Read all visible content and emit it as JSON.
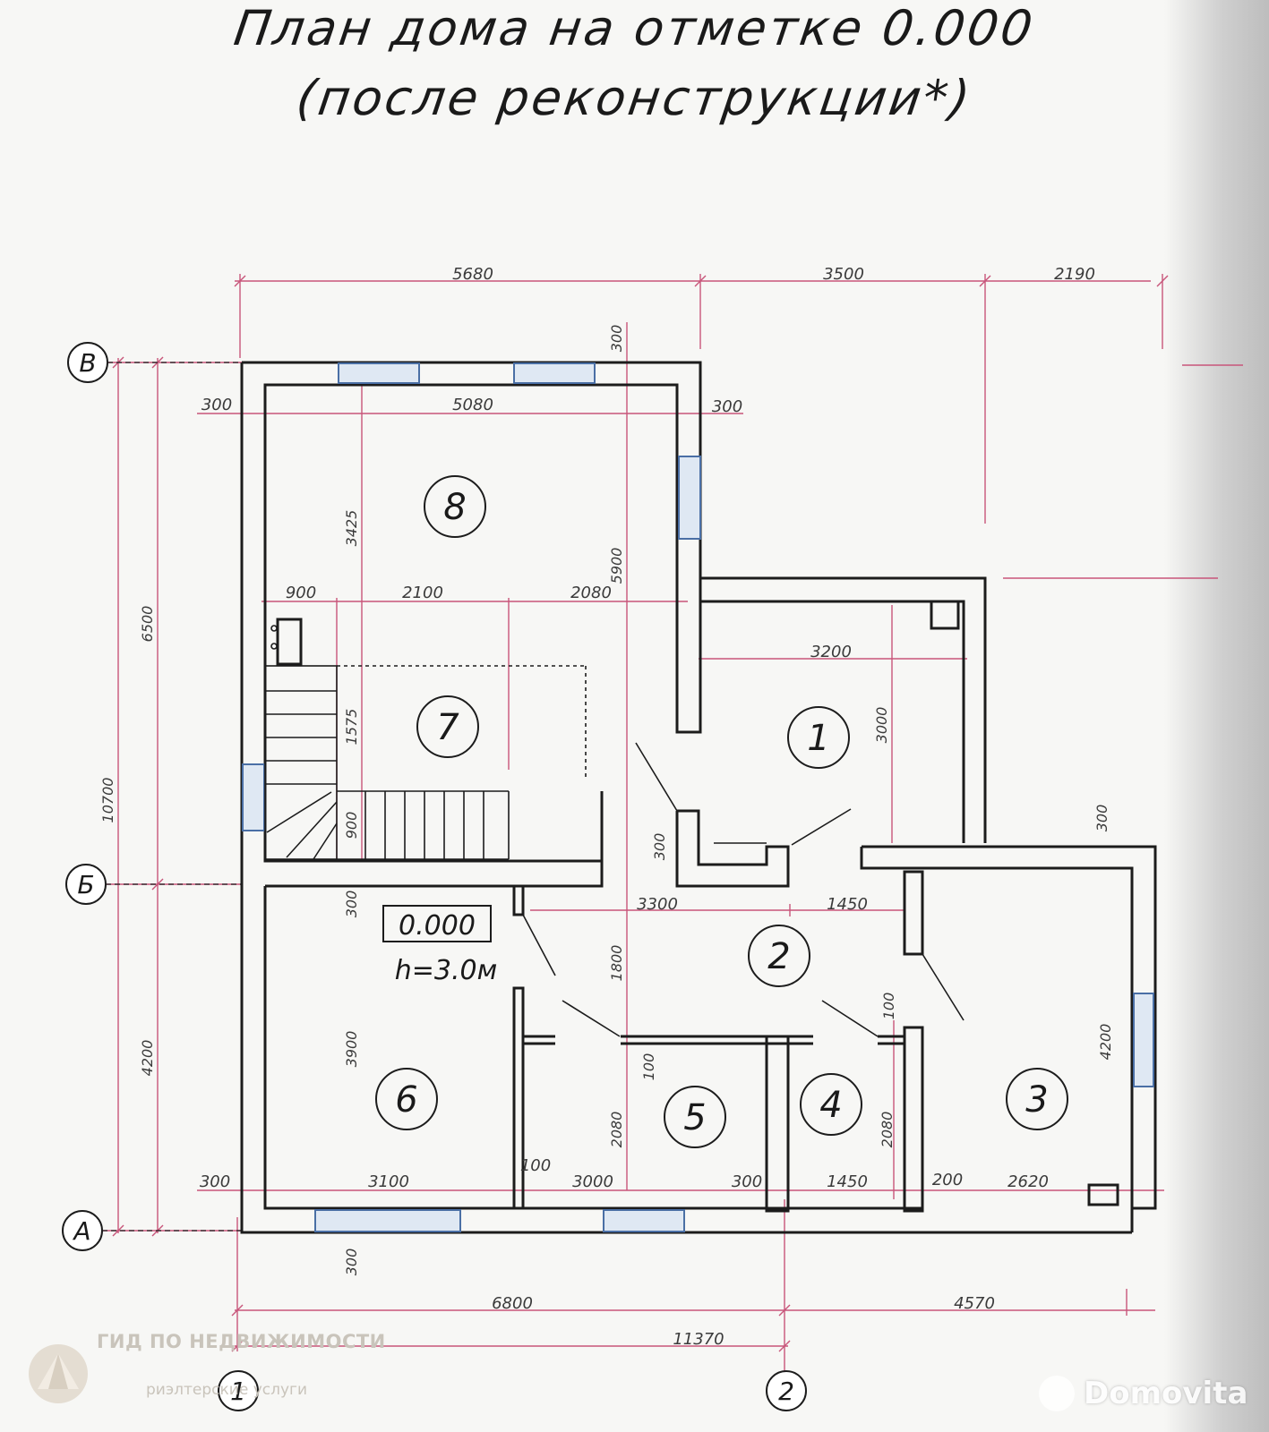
{
  "title": {
    "line1": "План дома на отметке 0.000",
    "line2": "(после реконструкции*)"
  },
  "axes": {
    "row_top": "В",
    "row_mid": "Б",
    "row_bottom": "А",
    "col_left": "1",
    "col_right": "2"
  },
  "rooms": [
    "8",
    "7",
    "1",
    "2",
    "3",
    "6",
    "5",
    "4"
  ],
  "level": {
    "mark": "0.000",
    "height": "h=3.0м"
  },
  "dimensions": {
    "top_a": "5680",
    "top_b": "3500",
    "top_c": "2190",
    "left_total": "10700",
    "left_upper": "6500",
    "left_lower": "4200",
    "bottom_a": "6800",
    "bottom_b": "4570",
    "bottom_total": "11370",
    "r8_width": "5080",
    "r8_wall_left": "300",
    "r8_wall_right": "300",
    "r8_height": "3425",
    "wall_top": "300",
    "dim_5900": "5900",
    "stair_a": "900",
    "stair_b": "2100",
    "stair_c": "2080",
    "r7_height": "1575",
    "stair_low": "900",
    "r1_width": "3200",
    "r1_height": "3000",
    "wall_300_mid": "300",
    "wall_300_b": "300",
    "hall_a": "3300",
    "hall_b": "1450",
    "hall_h": "1800",
    "r3_wall": "300",
    "r3_height": "4200",
    "wall_100_a": "100",
    "wall_100_b": "100",
    "r6_height": "3900",
    "r5_height": "2080",
    "r4_height": "2080",
    "bot_300": "300",
    "bot_3100": "3100",
    "bot_100": "100",
    "bot_3000": "3000",
    "bot_300b": "300",
    "bot_1450": "1450",
    "bot_200": "200",
    "bot_2620": "2620",
    "wall_bottom": "300"
  },
  "watermark": {
    "agency": "ГИД ПО НЕДВИЖИМОСТИ",
    "tagline": "риэлтерские услуги",
    "site": "Domovita"
  },
  "colors": {
    "wall": "#1c1c1c",
    "dimension": "#c8557a",
    "window": "#4a6fa5",
    "ink": "#1a1a1a"
  }
}
